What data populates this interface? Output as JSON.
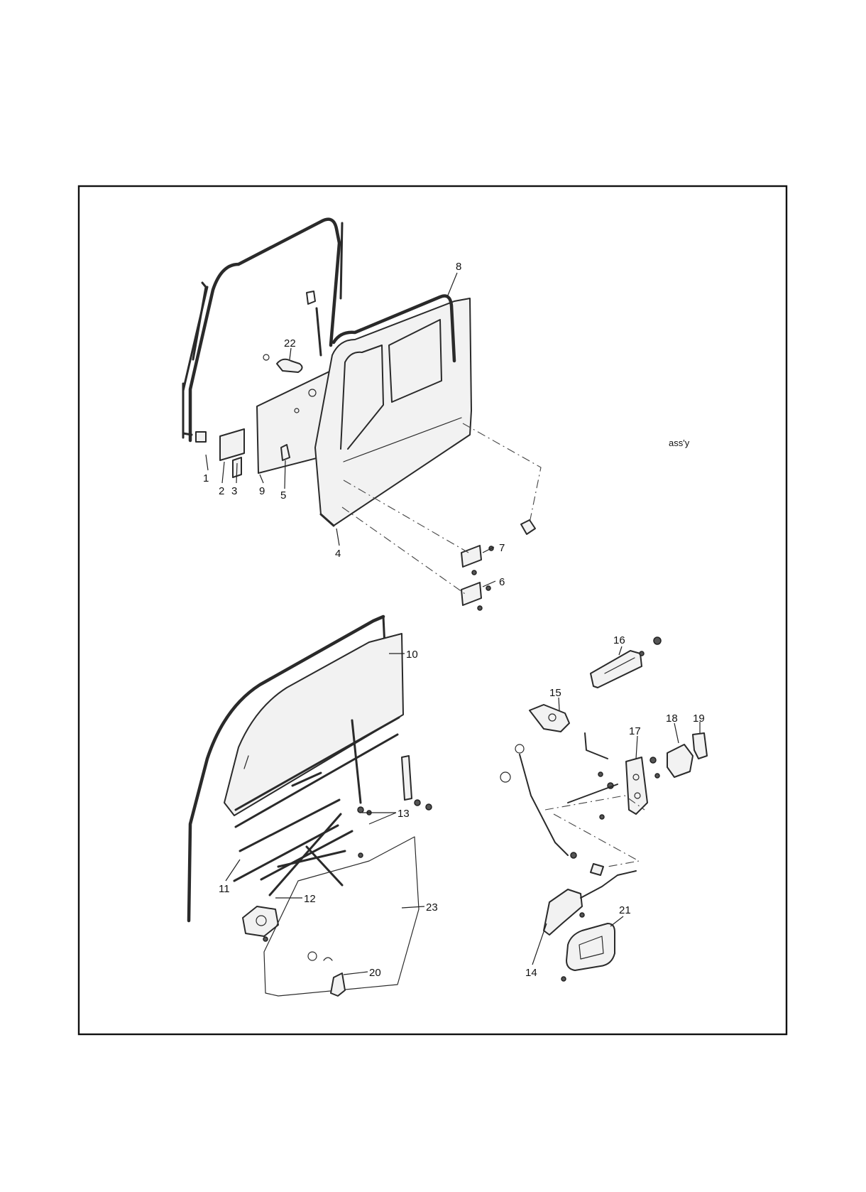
{
  "diagram": {
    "callouts": {
      "c1": "1",
      "c2": "2",
      "c3": "3",
      "c4": "4",
      "c5": "5",
      "c6": "6",
      "c7": "7",
      "c8": "8",
      "c9": "9",
      "c10": "10",
      "c11": "11",
      "c12": "12",
      "c13": "13",
      "c14": "14",
      "c15": "15",
      "c16": "16",
      "c17": "17",
      "c18": "18",
      "c19": "19",
      "c20": "20",
      "c21": "21",
      "c22": "22",
      "c23": "23"
    },
    "assembly_note": "ass'y"
  }
}
